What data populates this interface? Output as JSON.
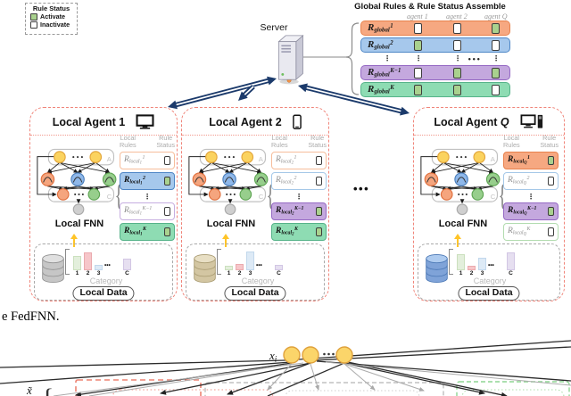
{
  "legend": {
    "title": "Rule Status",
    "items": [
      {
        "label": "Activate",
        "active": true
      },
      {
        "label": "Inactivate",
        "active": false
      }
    ]
  },
  "server": {
    "label": "Server"
  },
  "global_panel": {
    "title": "Global Rules & Rule Status Assemble",
    "agent_headers": [
      "agent 1",
      "agent 2",
      "agent Q"
    ],
    "rows": [
      {
        "base": "R",
        "family": "global",
        "sup": "1",
        "color": "orange",
        "statuses": [
          "inactive",
          "inactive",
          "active"
        ]
      },
      {
        "base": "R",
        "family": "global",
        "sup": "2",
        "color": "blue",
        "statuses": [
          "active",
          "inactive",
          "inactive"
        ]
      },
      {
        "base": "R",
        "family": "global",
        "sup": "K−1",
        "color": "purple",
        "statuses": [
          "inactive",
          "active",
          "active"
        ]
      },
      {
        "base": "R",
        "family": "global",
        "sup": "K",
        "color": "green",
        "statuses": [
          "active",
          "active",
          "inactive"
        ]
      }
    ]
  },
  "agents": [
    {
      "title_prefix": "Local Agent",
      "id": "1",
      "id_italic": false,
      "device": "desktop",
      "fnn": {
        "label": "Local FNN",
        "layer_a": "A",
        "layer_c": "C"
      },
      "rules_header": {
        "col1": [
          "Local",
          "Rules"
        ],
        "col2": [
          "Rule",
          "Status"
        ]
      },
      "rules": [
        {
          "base": "R",
          "family": "local",
          "agent": "1",
          "sup": "1",
          "color": "orange",
          "active": false
        },
        {
          "base": "R",
          "family": "local",
          "agent": "1",
          "sup": "2",
          "color": "blue",
          "active": true
        },
        {
          "base": "R",
          "family": "local",
          "agent": "1",
          "sup": "K−1",
          "color": "purple",
          "active": false
        },
        {
          "base": "R",
          "family": "local",
          "agent": "1",
          "sup": "K",
          "color": "green",
          "active": true
        }
      ],
      "local_data": {
        "label": "Local Data",
        "category_label": "Category",
        "db_color": "gray",
        "bars": [
          {
            "label": "1",
            "height": 16,
            "color": "green"
          },
          {
            "label": "2",
            "height": 20,
            "color": "pink"
          },
          {
            "label": "3",
            "height": 6,
            "color": "blue"
          },
          {
            "label": "C",
            "height": 13,
            "color": "purple"
          }
        ]
      }
    },
    {
      "title_prefix": "Local Agent",
      "id": "2",
      "id_italic": false,
      "device": "phone",
      "fnn": {
        "label": "Local FNN",
        "layer_a": "A",
        "layer_c": "C"
      },
      "rules_header": {
        "col1": [
          "Local",
          "Rules"
        ],
        "col2": [
          "Rule",
          "Status"
        ]
      },
      "rules": [
        {
          "base": "R",
          "family": "local",
          "agent": "2",
          "sup": "1",
          "color": "orange",
          "active": false
        },
        {
          "base": "R",
          "family": "local",
          "agent": "2",
          "sup": "2",
          "color": "blue",
          "active": false
        },
        {
          "base": "R",
          "family": "local",
          "agent": "2",
          "sup": "K−1",
          "color": "purple",
          "active": true
        },
        {
          "base": "R",
          "family": "local",
          "agent": "2",
          "sup": "K",
          "color": "green",
          "active": true
        }
      ],
      "local_data": {
        "label": "Local Data",
        "category_label": "Category",
        "db_color": "tan",
        "bars": [
          {
            "label": "1",
            "height": 5,
            "color": "green"
          },
          {
            "label": "2",
            "height": 7,
            "color": "pink"
          },
          {
            "label": "3",
            "height": 21,
            "color": "blue"
          },
          {
            "label": "C",
            "height": 6,
            "color": "purple"
          }
        ]
      }
    },
    {
      "title_prefix": "Local Agent",
      "id": "Q",
      "id_italic": true,
      "device": "workstation",
      "fnn": {
        "label": "Local FNN",
        "layer_a": "A",
        "layer_c": "C"
      },
      "rules_header": {
        "col1": [
          "Local",
          "Rules"
        ],
        "col2": [
          "Rule",
          "Status"
        ]
      },
      "rules": [
        {
          "base": "R",
          "family": "local",
          "agent": "Q",
          "sup": "1",
          "color": "orange",
          "active": true
        },
        {
          "base": "R",
          "family": "local",
          "agent": "Q",
          "sup": "2",
          "color": "blue",
          "active": false
        },
        {
          "base": "R",
          "family": "local",
          "agent": "Q",
          "sup": "K−1",
          "color": "purple",
          "active": true
        },
        {
          "base": "R",
          "family": "local",
          "agent": "Q",
          "sup": "K",
          "color": "green",
          "active": false
        }
      ],
      "local_data": {
        "label": "Local Data",
        "category_label": "Category",
        "db_color": "blue",
        "bars": [
          {
            "label": "1",
            "height": 18,
            "color": "green"
          },
          {
            "label": "2",
            "height": 5,
            "color": "pink"
          },
          {
            "label": "3",
            "height": 14,
            "color": "blue"
          },
          {
            "label": "C",
            "height": 20,
            "color": "purple"
          }
        ]
      }
    }
  ],
  "agents_ellipsis": "•••",
  "caption": "e FedFNN.",
  "bottom_figure": {
    "input_var": "x",
    "input_sub": "i",
    "tilde_var": "x̃",
    "brace": "{"
  },
  "glyphs": {
    "vdots": "⋮",
    "hdots": "•••",
    "brace": "{"
  },
  "colors": {
    "rows": {
      "orange": {
        "fill": "#F6A881",
        "border": "#E8824D",
        "light": "#F6BD9B"
      },
      "blue": {
        "fill": "#A6C8EC",
        "border": "#4F87C6",
        "light": "#A5C8E8"
      },
      "purple": {
        "fill": "#C4A8DE",
        "border": "#9569C4",
        "light": "#C6AEE0"
      },
      "green": {
        "fill": "#8EDCB3",
        "border": "#55B389",
        "light": "#B3DCB0"
      }
    },
    "bars": {
      "green": {
        "fill": "#E3EFDC",
        "border": "#CBE0BE"
      },
      "pink": {
        "fill": "#F6C6C9",
        "border": "#EBAAAE"
      },
      "blue": {
        "fill": "#DDEAF6",
        "border": "#C2D8EC"
      },
      "purple": {
        "fill": "#E6DFF0",
        "border": "#D2C6E4"
      }
    },
    "db": {
      "gray": {
        "body": "#C6C6C6",
        "stroke": "#8F8F8F",
        "top": "#E0E0E0"
      },
      "tan": {
        "body": "#D3C6A2",
        "stroke": "#A89A70",
        "top": "#E8DFC4"
      },
      "blue": {
        "body": "#7FA3D8",
        "stroke": "#4A77B5",
        "top": "#AECBEF"
      }
    },
    "status_active": "#A9D18E",
    "agent_border": "#F0857A",
    "arrow_navy": "#1B3A6B"
  }
}
